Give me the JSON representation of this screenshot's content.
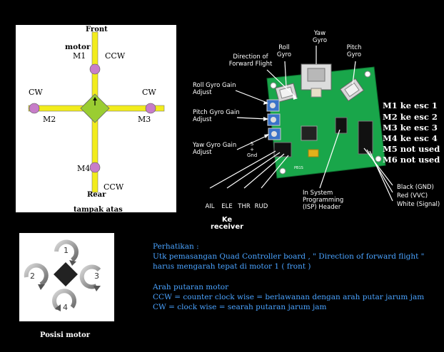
{
  "top_view": {
    "front": "Front",
    "rear": "Rear",
    "caption": "tampak atas",
    "motor_word": "motor",
    "m1": "M1",
    "m2": "M2",
    "m3": "M3",
    "m4": "M4",
    "m1_dir": "CCW",
    "m2_dir": "CW",
    "m3_dir": "CW",
    "m4_dir": "CCW"
  },
  "board": {
    "yaw_gyro": "Yaw\nGyro",
    "roll_gyro": "Roll\nGyro",
    "pitch_gyro": "Pitch\nGyro",
    "direction": "Direction of\nForward Flight",
    "roll_adj": "Roll Gyro Gain\nAdjust",
    "pitch_adj": "Pitch Gyro Gain\nAdjust",
    "yaw_adj": "Yaw Gyro Gain\nAdjust",
    "s_plus_gnd": "S\n+\nGnd",
    "inputs": [
      "AIL",
      "ELE",
      "THR",
      "RUD"
    ],
    "isp": "In System\nProgramming\n(ISP) Header",
    "black": "Black (GND)",
    "red": "Red (VVC)",
    "white": "White (Signal)",
    "ke_receiver": "Ke receiver",
    "board_text": "PB1S"
  },
  "esc_list": [
    "M1 ke esc 1",
    "M2 ke esc 2",
    "M3 ke esc 3",
    "M4 ke esc 4",
    "M5 not used",
    "M6 not used"
  ],
  "motor_position": {
    "caption": "Posisi motor",
    "numbers": [
      "1",
      "2",
      "3",
      "4"
    ]
  },
  "notes": {
    "heading": "Perhatikan :",
    "line1": "Utk pemasangan Quad Controller board  , \" Direction of forward flight \"",
    "line2": "harus mengarah tepat di motor 1 ( front )",
    "heading2": "Arah putaran motor",
    "ccw": "CCW = counter clock wise = berlawanan dengan arah putar jarum jam",
    "cw": "CW = clock wise = searah putaran jarum jam"
  },
  "colors": {
    "arm": "#f2ec1c",
    "motor": "#c77dc9",
    "center": "#9acd32",
    "pcb": "#19a64a",
    "note": "#4aa3ff"
  }
}
